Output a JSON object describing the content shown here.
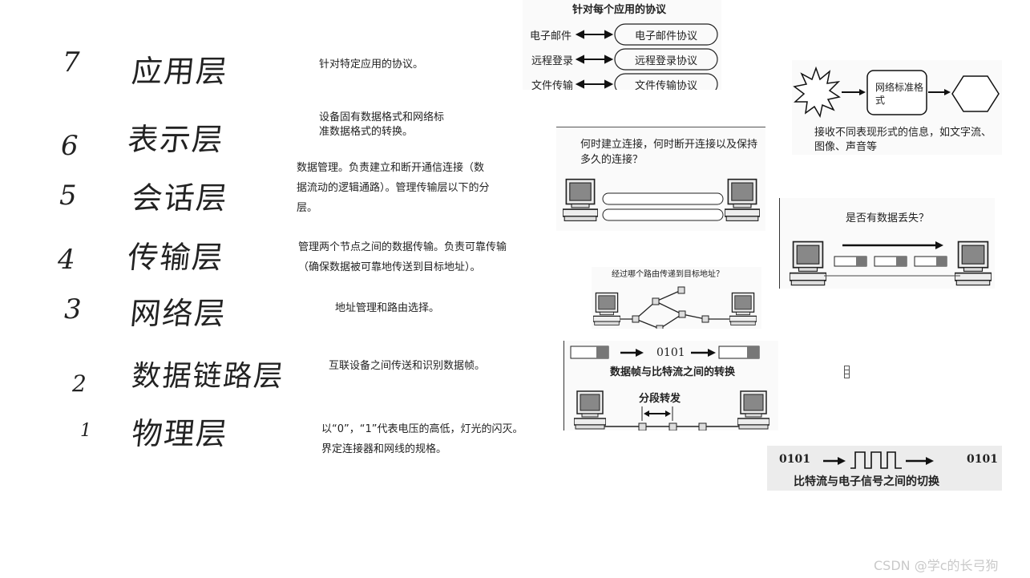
{
  "layers": [
    {
      "num": "7",
      "name": "应用层",
      "desc": "针对特定应用的协议。"
    },
    {
      "num": "6",
      "name": "表示层",
      "desc": "设备固有数据格式和网络标准数据格式的转换。"
    },
    {
      "num": "5",
      "name": "会话层",
      "desc": "数据管理。负责建立和断开通信连接（数据流动的逻辑通路）。管理传输层以下的分层。"
    },
    {
      "num": "4",
      "name": "传输层",
      "desc": "管理两个节点之间的数据传输。负责可靠传输（确保数据被可靠地传送到目标地址）。"
    },
    {
      "num": "3",
      "name": "网络层",
      "desc": "地址管理和路由选择。"
    },
    {
      "num": "2",
      "name": "数据链路层",
      "desc": "互联设备之间传送和识别数据帧。"
    },
    {
      "num": "1",
      "name": "物理层",
      "desc": "以“0”，“1”代表电压的高低，灯光的闪灭。界定连接器和网线的规格。"
    }
  ],
  "figs": {
    "app": {
      "title": "针对每个应用的协议",
      "rows": [
        [
          "电子邮件",
          "电子邮件协议"
        ],
        [
          "远程登录",
          "远程登录协议"
        ],
        [
          "文件传输",
          "文件传输协议"
        ]
      ]
    },
    "presentation": {
      "box": "网络标准格式",
      "caption": "接收不同表现形式的信息，如文字流、图像、声音等"
    },
    "session": {
      "caption": "何时建立连接，何时断开连接以及保持多久的连接？"
    },
    "transport": {
      "caption": "是否有数据丢失？"
    },
    "network": {
      "caption": "经过哪个路由传递到目标地址？"
    },
    "datalink": {
      "bits": "0101",
      "caption": "数据帧与比特流之间的转换",
      "segment": "分段转发"
    },
    "physical": {
      "bits_in": "0101",
      "bits_out": "0101",
      "caption": "比特流与电子信号之间的切换"
    }
  },
  "watermark": "CSDN @学c的长弓狗"
}
